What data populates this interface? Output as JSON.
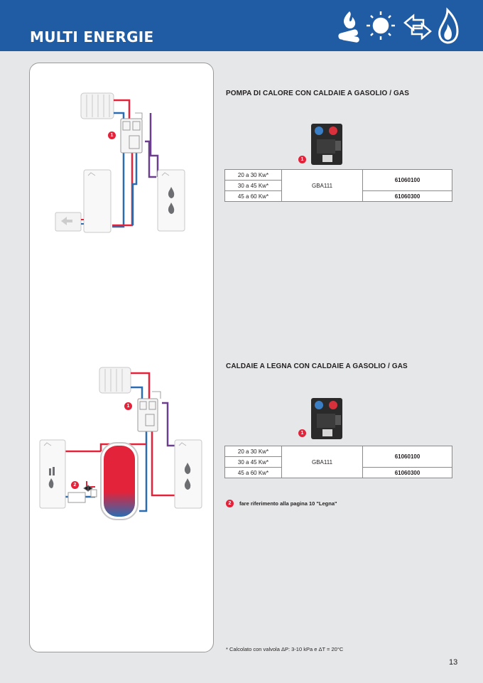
{
  "header": {
    "title": "MULTI ENERGIE",
    "icons": [
      "wood-fire-icon",
      "sun-icon",
      "heat-pump-icon",
      "gas-flame-icon"
    ],
    "color": "#1f5ca3"
  },
  "sections": [
    {
      "title": "POMPA DI CALORE CON CALDAIE A GASOLIO / GAS",
      "badge": "1",
      "table": {
        "ranges": [
          "20 a 30 Kw*",
          "30 a 45 Kw*",
          "45 a 60 Kw*"
        ],
        "model": "GBA111",
        "codes": [
          "61060100",
          "61060300"
        ]
      }
    },
    {
      "title": "CALDAIE A LEGNA CON CALDAIE A GASOLIO / GAS",
      "badge": "1",
      "table": {
        "ranges": [
          "20 a 30 Kw*",
          "30 a 45 Kw*",
          "45 a 60 Kw*"
        ],
        "model": "GBA111",
        "codes": [
          "61060100",
          "61060300"
        ]
      }
    }
  ],
  "schematics": {
    "top_badge": "1",
    "bottom_badges": [
      "1",
      "2"
    ]
  },
  "note": {
    "badge": "2",
    "text": "fare riferimento alla pagina 10 \"Legna\""
  },
  "footnote": "*  Calcolato con valvola ΔP: 3-10 kPa e ΔT = 20°C",
  "page_number": "13",
  "colors": {
    "hot_pipe": "#e2233a",
    "cold_pipe": "#2b6cb0",
    "return_pipe": "#6b3f8c",
    "badge": "#e2233a"
  }
}
